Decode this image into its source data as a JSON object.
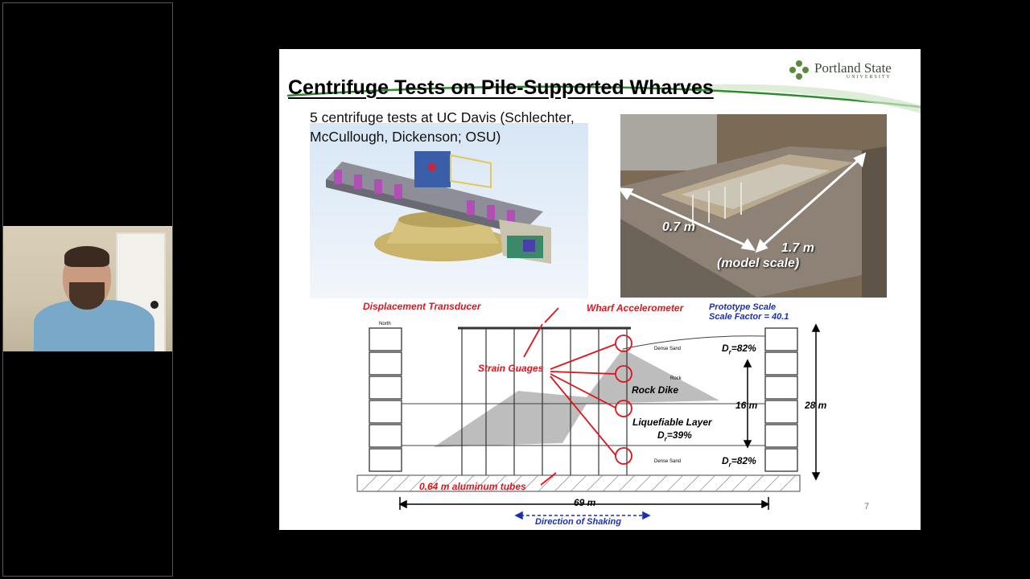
{
  "slide": {
    "title": "Centrifuge Tests on Pile-Supported Wharves",
    "subtitle": "5 centrifuge tests at UC Davis (Schlechter, McCullough, Dickenson; OSU)",
    "page_number": "7",
    "logo": {
      "name": "Portland State",
      "sub": "UNIVERSITY",
      "icon": "psu-logo-icon",
      "color": "#5a8a3c"
    }
  },
  "photo": {
    "width_label": "0.7 m",
    "length_label": "1.7 m",
    "scale_label": "(model scale)"
  },
  "diagram": {
    "displacement_transducer": "Displacement Transducer",
    "wharf_accelerometer": "Wharf Accelerometer",
    "prototype_scale": "Prototype Scale",
    "scale_factor": "Scale Factor = 40.1",
    "strain_gauges": "Strain Guages",
    "rock_dike": "Rock Dike",
    "liquefiable_layer": "Liquefiable Layer",
    "dr_top": "D",
    "dr_top_value": "=82%",
    "dr_mid_value": "=39%",
    "dr_bottom_value": "=82%",
    "dr_sub": "r",
    "thickness_16": "16 m",
    "height_28": "28 m",
    "length_69": "69 m",
    "tubes": "0.64 m aluminum tubes",
    "direction": "Direction of Shaking",
    "dense_sand": "Dense Sand",
    "rock": "Rock",
    "north": "North"
  },
  "colors": {
    "annotation_red": "#e0141c",
    "annotation_blue": "#1a2fb4",
    "header_green": "#2e8b2e"
  }
}
